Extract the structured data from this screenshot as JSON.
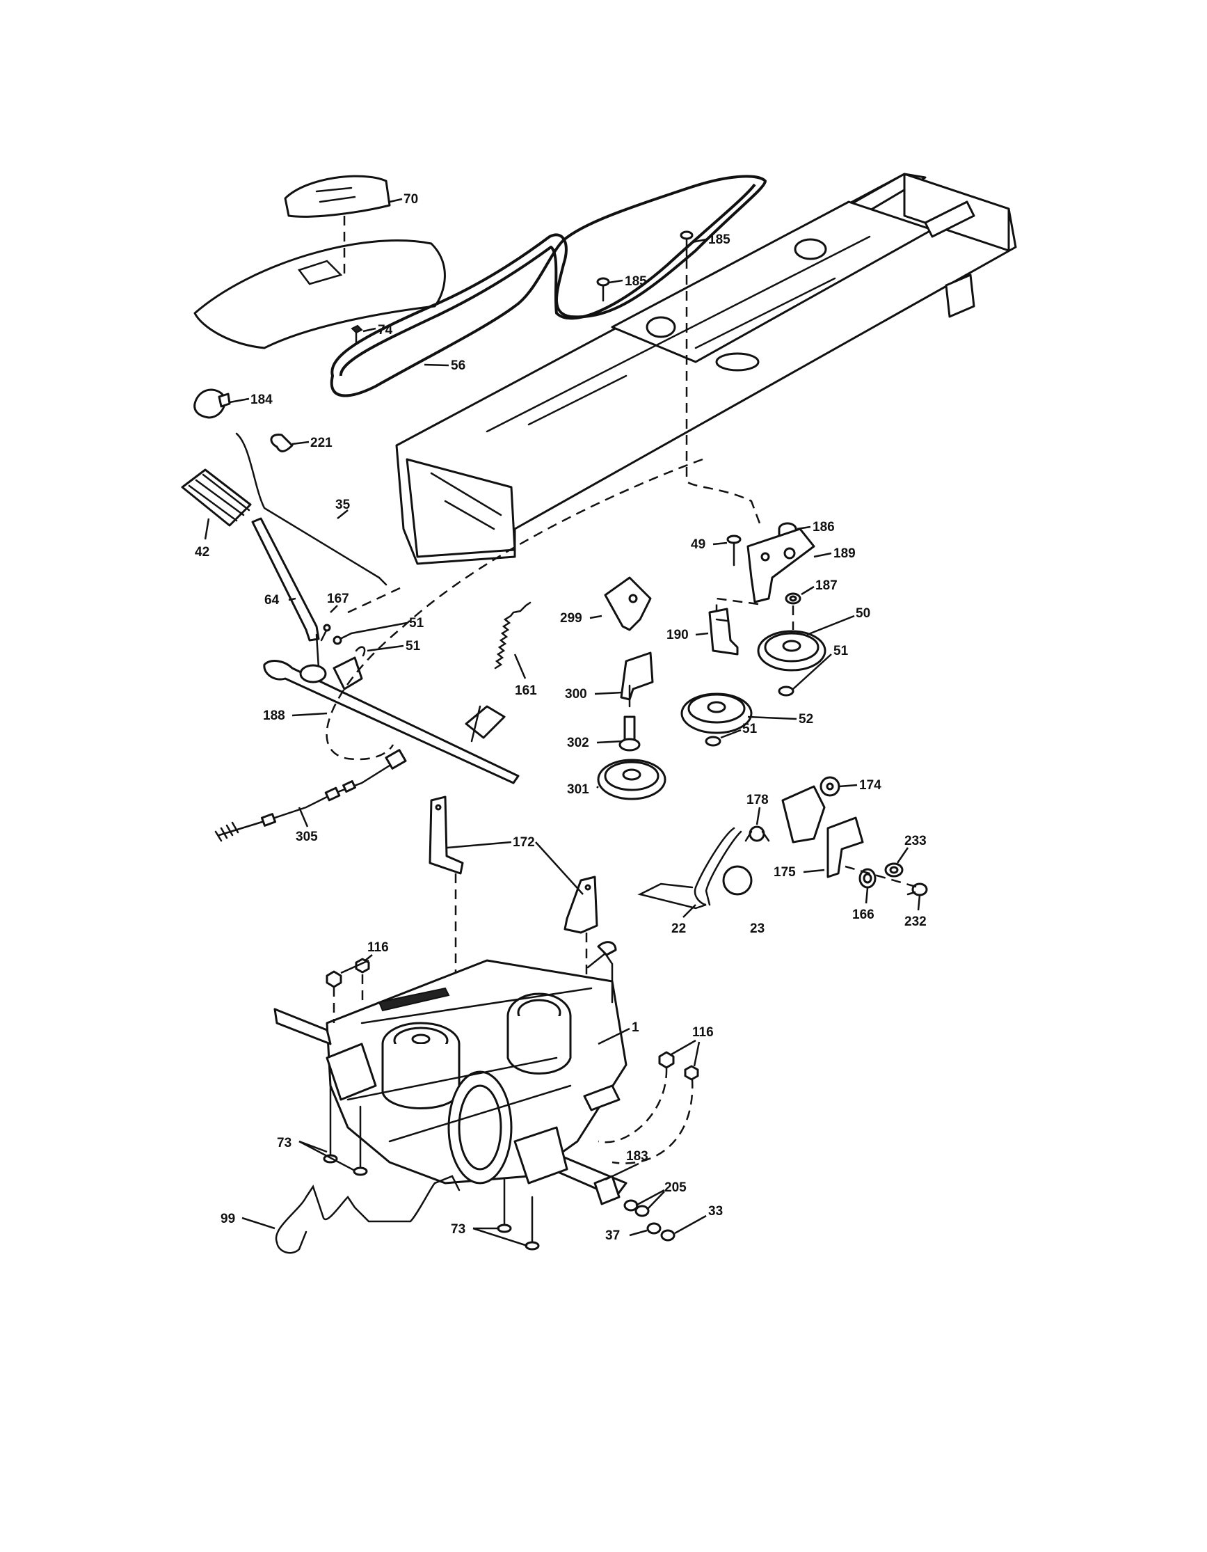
{
  "diagram": {
    "callouts": [
      {
        "id": "c-70",
        "text": "70"
      },
      {
        "id": "c-185a",
        "text": "185"
      },
      {
        "id": "c-185b",
        "text": "185"
      },
      {
        "id": "c-74",
        "text": "74"
      },
      {
        "id": "c-56",
        "text": "56"
      },
      {
        "id": "c-184",
        "text": "184"
      },
      {
        "id": "c-221",
        "text": "221"
      },
      {
        "id": "c-35",
        "text": "35"
      },
      {
        "id": "c-42",
        "text": "42"
      },
      {
        "id": "c-186",
        "text": "186"
      },
      {
        "id": "c-49",
        "text": "49"
      },
      {
        "id": "c-189",
        "text": "189"
      },
      {
        "id": "c-187",
        "text": "187"
      },
      {
        "id": "c-64",
        "text": "64"
      },
      {
        "id": "c-167",
        "text": "167"
      },
      {
        "id": "c-51a",
        "text": "51"
      },
      {
        "id": "c-51b",
        "text": "51"
      },
      {
        "id": "c-299",
        "text": "299"
      },
      {
        "id": "c-190",
        "text": "190"
      },
      {
        "id": "c-50",
        "text": "50"
      },
      {
        "id": "c-51c",
        "text": "51"
      },
      {
        "id": "c-161",
        "text": "161"
      },
      {
        "id": "c-188",
        "text": "188"
      },
      {
        "id": "c-300",
        "text": "300"
      },
      {
        "id": "c-52",
        "text": "52"
      },
      {
        "id": "c-302",
        "text": "302"
      },
      {
        "id": "c-51d",
        "text": "51"
      },
      {
        "id": "c-301",
        "text": "301"
      },
      {
        "id": "c-178",
        "text": "178"
      },
      {
        "id": "c-174",
        "text": "174"
      },
      {
        "id": "c-305",
        "text": "305"
      },
      {
        "id": "c-172",
        "text": "172"
      },
      {
        "id": "c-233",
        "text": "233"
      },
      {
        "id": "c-175",
        "text": "175"
      },
      {
        "id": "c-23",
        "text": "23"
      },
      {
        "id": "c-22",
        "text": "22"
      },
      {
        "id": "c-166",
        "text": "166"
      },
      {
        "id": "c-232",
        "text": "232"
      },
      {
        "id": "c-116a",
        "text": "116"
      },
      {
        "id": "c-1",
        "text": "1"
      },
      {
        "id": "c-116b",
        "text": "116"
      },
      {
        "id": "c-73a",
        "text": "73"
      },
      {
        "id": "c-183",
        "text": "183"
      },
      {
        "id": "c-205",
        "text": "205"
      },
      {
        "id": "c-99",
        "text": "99"
      },
      {
        "id": "c-73b",
        "text": "73"
      },
      {
        "id": "c-33",
        "text": "33"
      },
      {
        "id": "c-37",
        "text": "37"
      }
    ]
  }
}
